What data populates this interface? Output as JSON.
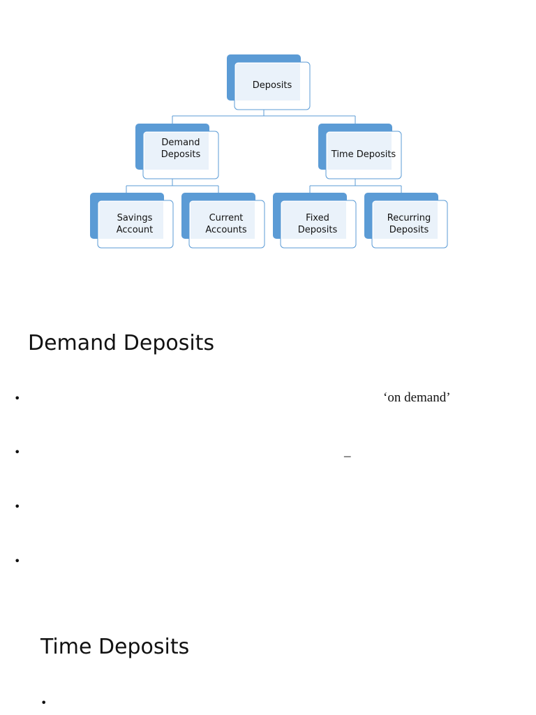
{
  "diagram": {
    "root": "Deposits",
    "demand": "Demand Deposits",
    "time": "Time Deposits",
    "savings": "Savings Account",
    "current": "Current Accounts",
    "fixed": "Fixed Deposits",
    "recurring": "Recurring Deposits"
  },
  "sections": {
    "demand_heading": "Demand Deposits",
    "time_heading": "Time Deposits"
  },
  "bullet_char": "•",
  "snippets": {
    "on_demand": "‘on demand’",
    "dash": "_"
  }
}
